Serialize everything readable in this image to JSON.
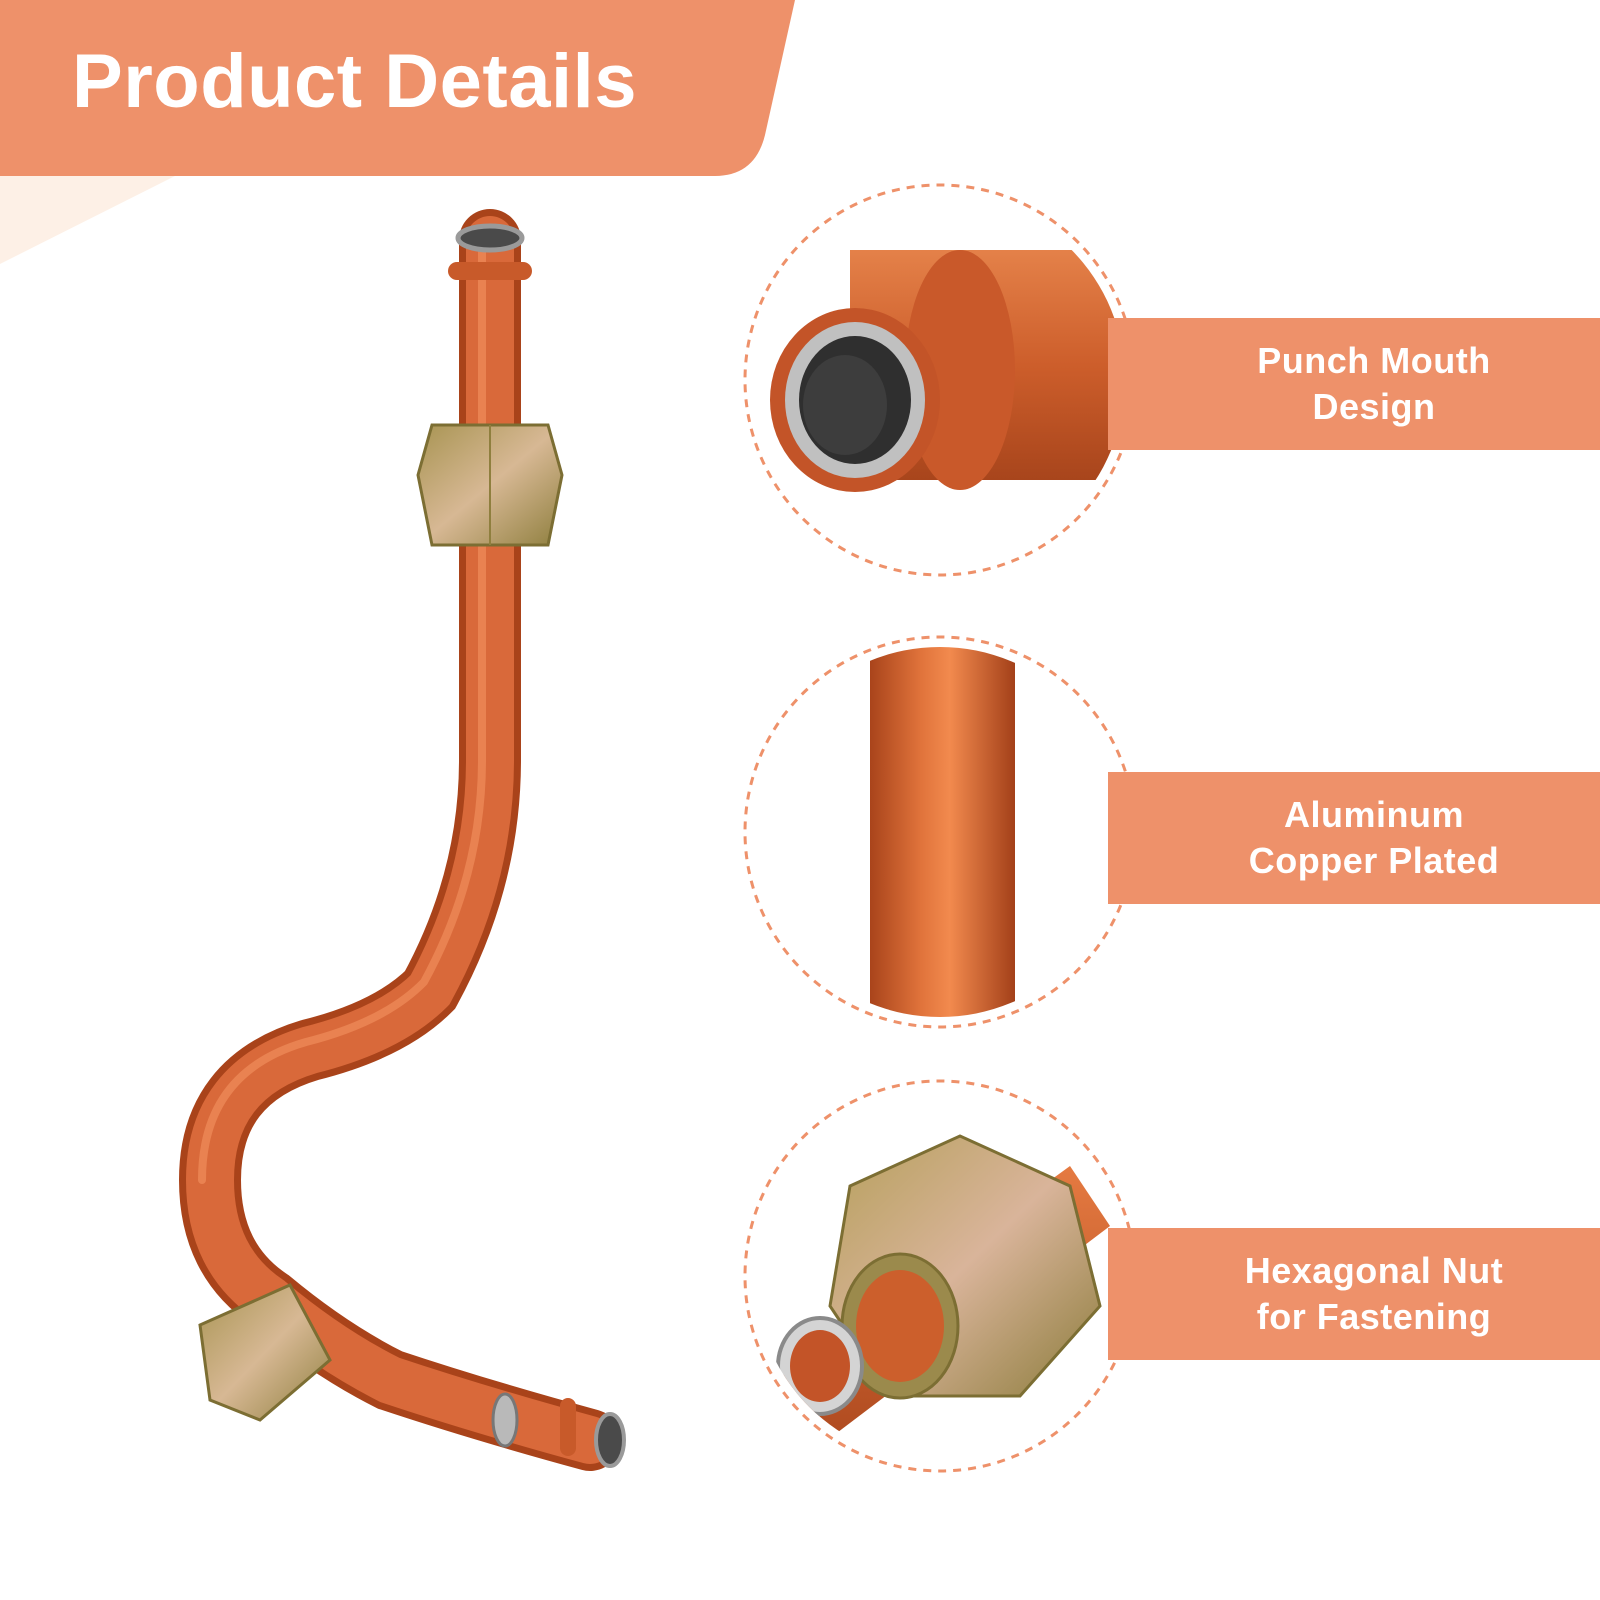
{
  "header": {
    "title": "Product Details",
    "background_color": "#ee916a",
    "accent_color": "#fdf0e6"
  },
  "product": {
    "image": "copper-pipe-icon",
    "pipe_color": "#d2622e",
    "nut_color": "#c2a46c"
  },
  "features": [
    {
      "image": "punch-mouth-closeup",
      "label_line1": "Punch Mouth",
      "label_line2": "Design"
    },
    {
      "image": "aluminum-tube-closeup",
      "label_line1": "Aluminum",
      "label_line2": "Copper Plated"
    },
    {
      "image": "hex-nut-closeup",
      "label_line1": "Hexagonal Nut",
      "label_line2": "for Fastening"
    }
  ],
  "label_color": "#ee916a",
  "circle_border_color": "#ee916a"
}
